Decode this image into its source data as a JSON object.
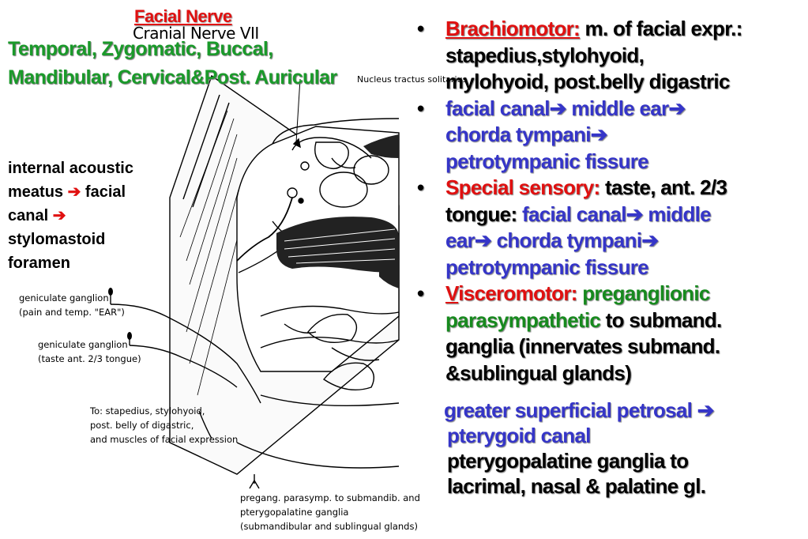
{
  "title": {
    "main": "Facial Nerve",
    "sub": "Cranial Nerve VII"
  },
  "branches": {
    "line1": "Temporal, Zygomatic, Buccal,",
    "line2": "Mandibular, Cervical&Post. Auricular"
  },
  "route": {
    "l1a": "internal acoustic",
    "l2a": "meatus",
    "l2b": "facial",
    "l3a": "canal",
    "l4a": "stylomastoid",
    "l5a": "foramen"
  },
  "arrow_glyph": "➔",
  "figure_labels": {
    "solitarius": "Nucleus tractus solitarius",
    "gg1_l1": "geniculate ganglion",
    "gg1_l2": "(pain and temp. \"EAR\")",
    "gg2_l1": "geniculate ganglion",
    "gg2_l2": "(taste ant. 2/3 tongue)",
    "to_l1": "To: stapedius, stylohyoid,",
    "to_l2": "post. belly of digastric,",
    "to_l3": "and muscles of facial expression",
    "pg_l1": "pregang. parasymp. to submandib. and",
    "pg_l2": "pterygopalatine ganglia",
    "pg_l3": "(submandibular and sublingual glands)"
  },
  "bullets": {
    "b1_label": "Brachiomotor:",
    "b1_t1": " m. of facial expr.:",
    "b1_t2": "stapedius,stylohyoid,",
    "b1_t3": "mylohyoid, post.belly digastric",
    "b2_t1": "facial canal",
    "b2_t2": " middle ear",
    "b2_t3": "chorda tympani",
    "b2_t4": "petrotympanic fissure",
    "b3_label": "Special sensory:",
    "b3_t1": " taste, ant. 2/3",
    "b3_t2": "tongue: ",
    "b3_t3": "facial canal",
    "b3_t4": " middle",
    "b3_t5": "ear",
    "b3_t6": " chorda tympani",
    "b3_t7": "petrotympanic fissure",
    "b4_label_first": "V",
    "b4_label_rest": "isceromotor:",
    "b4_t1": " preganglionic",
    "b4_t2": "parasympathetic",
    "b4_t3": " to submand.",
    "b4_t4": "ganglia (innervates submand.",
    "b4_t5": "&sublingual glands)",
    "s1": "greater superficial petrosal ",
    "s2": "pterygoid canal",
    "s3": "pterygopalatine ganglia to",
    "s4": "lacrimal, nasal & palatine gl."
  },
  "bullet_char": "•",
  "colors": {
    "red": "#e01010",
    "green": "#178a1e",
    "blue": "#3535c8"
  }
}
